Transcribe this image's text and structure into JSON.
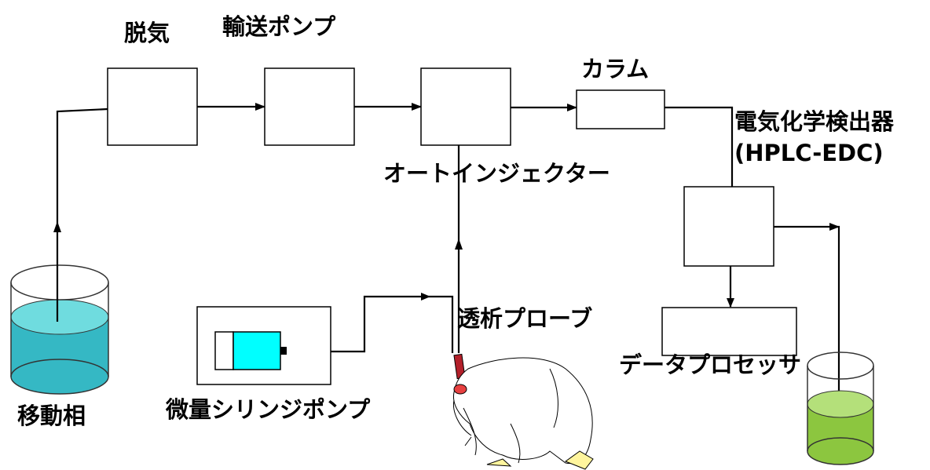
{
  "labels": {
    "degas": "脱気",
    "pump": "輸送ポンプ",
    "column": "カラム",
    "detector_line1": "電気化学検出器",
    "detector_line2": "(HPLC-EDC)",
    "autoinjector": "オートインジェクター",
    "dialysis_probe": "透析プローブ",
    "data_processor": "データプロセッサ",
    "syringe_pump": "微量シリンジポンプ",
    "mobile_phase": "移動相"
  },
  "colors": {
    "mobile_phase_liquid": "#35b8c4",
    "mobile_phase_surface": "#6fdcdf",
    "syringe_fill": "#00ffff",
    "waste_liquid": "#8cc63f",
    "waste_surface": "#b4e07a",
    "probe": "#b3202a",
    "rat_feet": "#fff59d"
  },
  "icons": {
    "mobile_phase_beaker": "beaker-icon",
    "waste_beaker": "beaker-icon",
    "animal": "rat-icon",
    "syringe": "syringe-icon"
  }
}
